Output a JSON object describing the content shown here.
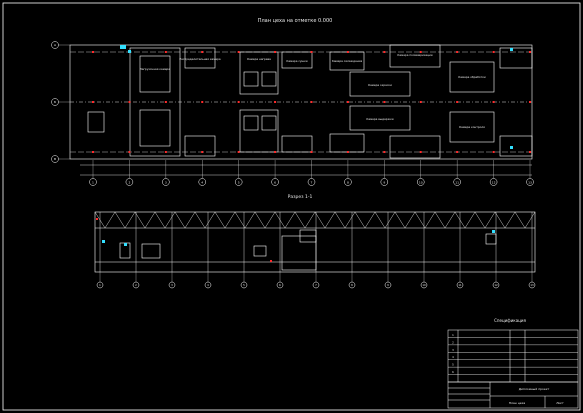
{
  "sheet": {
    "plan_title": "План цеха на отметке 0.000",
    "section_title": "Разрез 1-1",
    "spec_title": "Спецификация",
    "stamp_title": "Дипломный проект",
    "stamp_sheet_name": "План цеха",
    "stamp_sheet_no": "Лист"
  },
  "plan_axes_columns": [
    "1",
    "2",
    "3",
    "4",
    "5",
    "6",
    "7",
    "8",
    "9",
    "10",
    "11",
    "12",
    "13"
  ],
  "plan_axes_rows": [
    "А",
    "Б",
    "В"
  ],
  "section_axes": [
    "1",
    "2",
    "3",
    "4",
    "5",
    "6",
    "7",
    "8",
    "9",
    "10",
    "11",
    "12",
    "13"
  ],
  "plan_labels": [
    "Загрузочная камера",
    "Распределительная камера",
    "Камера нагрева",
    "Камера сушки",
    "Камера охлаждения",
    "Камера окраски",
    "Камера полимеризации",
    "Камера обработки",
    "Камера выдержки",
    "Камера контроля"
  ],
  "spec_rows": [
    [
      "1",
      "",
      "",
      ""
    ],
    [
      "2",
      "",
      "",
      ""
    ],
    [
      "3",
      "",
      "",
      ""
    ],
    [
      "4",
      "",
      "",
      ""
    ],
    [
      "5",
      "",
      "",
      ""
    ],
    [
      "6",
      "",
      "",
      ""
    ]
  ],
  "colors": {
    "background": "#000000",
    "lines": "#ffffff",
    "accent": "#ff2a2a",
    "cyan": "#33e0ff"
  }
}
